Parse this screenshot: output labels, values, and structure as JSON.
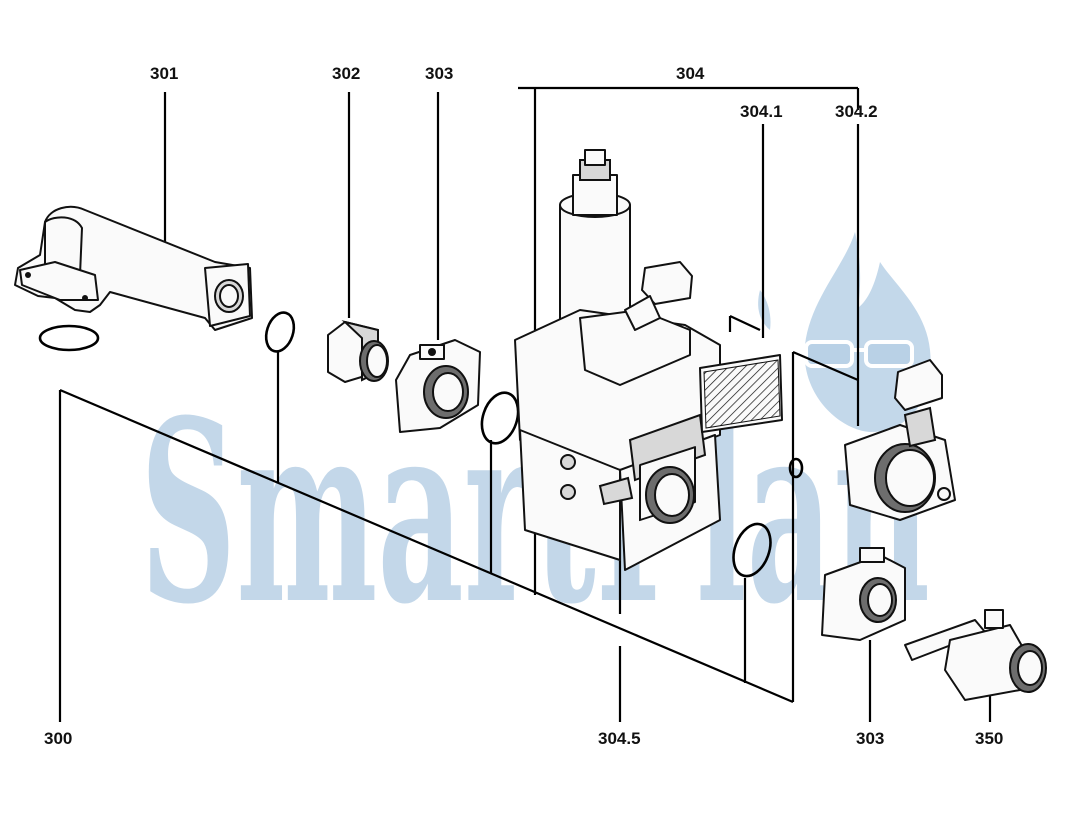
{
  "watermark": {
    "text": "SmartPlan",
    "color": "#b9d1e6"
  },
  "callouts": {
    "c300": "300",
    "c301": "301",
    "c302": "302",
    "c303a": "303",
    "c303b": "303",
    "c304": "304",
    "c304_1": "304.1",
    "c304_2": "304.2",
    "c304_5": "304.5",
    "c350": "350"
  },
  "icons": [
    "flame-logo-icon",
    "glasses-icon"
  ]
}
